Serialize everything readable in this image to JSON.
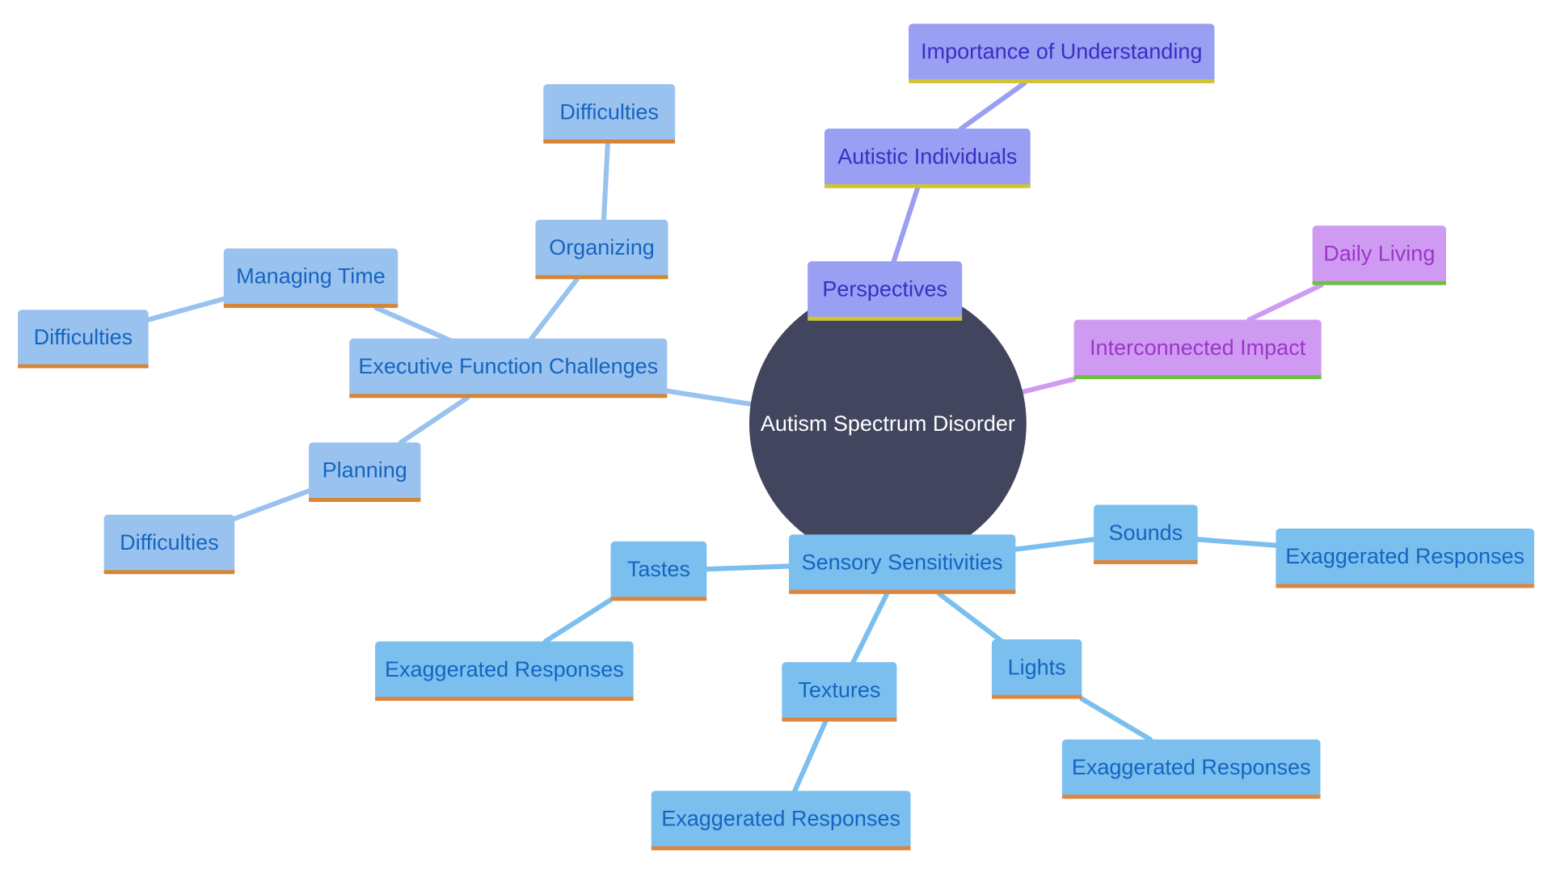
{
  "root": {
    "label": "Autism Spectrum Disorder",
    "color": "#41465e",
    "text_color": "#ffffff"
  },
  "branches": {
    "executive": {
      "fill": "#9ac2ef",
      "underline": "#d68535",
      "text": "#1565c0",
      "link": "#9ac2ef"
    },
    "sensory": {
      "fill": "#7bbfef",
      "underline": "#e0843a",
      "text": "#1565c0",
      "link": "#7bbfef"
    },
    "perspectives": {
      "fill": "#999ff2",
      "underline": "#d1c42f",
      "text": "#3a2ec4",
      "link": "#999ff2"
    },
    "impact": {
      "fill": "#cf9bf2",
      "underline": "#6cc13f",
      "text": "#9b36c6",
      "link": "#cf9bf2"
    }
  },
  "nodes": [
    {
      "id": "exec",
      "label": "Executive Function Challenges",
      "branch": "executive"
    },
    {
      "id": "managing-time",
      "label": "Managing Time",
      "branch": "executive"
    },
    {
      "id": "managing-time-difficulties",
      "label": "Difficulties",
      "branch": "executive"
    },
    {
      "id": "organizing",
      "label": "Organizing",
      "branch": "executive"
    },
    {
      "id": "organizing-difficulties",
      "label": "Difficulties",
      "branch": "executive"
    },
    {
      "id": "planning",
      "label": "Planning",
      "branch": "executive"
    },
    {
      "id": "planning-difficulties",
      "label": "Difficulties",
      "branch": "executive"
    },
    {
      "id": "sensory",
      "label": "Sensory Sensitivities",
      "branch": "sensory"
    },
    {
      "id": "sounds",
      "label": "Sounds",
      "branch": "sensory"
    },
    {
      "id": "sounds-responses",
      "label": "Exaggerated Responses",
      "branch": "sensory"
    },
    {
      "id": "lights",
      "label": "Lights",
      "branch": "sensory"
    },
    {
      "id": "lights-responses",
      "label": "Exaggerated Responses",
      "branch": "sensory"
    },
    {
      "id": "textures",
      "label": "Textures",
      "branch": "sensory"
    },
    {
      "id": "textures-responses",
      "label": "Exaggerated Responses",
      "branch": "sensory"
    },
    {
      "id": "tastes",
      "label": "Tastes",
      "branch": "sensory"
    },
    {
      "id": "tastes-responses",
      "label": "Exaggerated Responses",
      "branch": "sensory"
    },
    {
      "id": "perspectives",
      "label": "Perspectives",
      "branch": "perspectives"
    },
    {
      "id": "autistic-individuals",
      "label": "Autistic Individuals",
      "branch": "perspectives"
    },
    {
      "id": "importance-understanding",
      "label": "Importance of Understanding",
      "branch": "perspectives"
    },
    {
      "id": "interconnected",
      "label": "Interconnected Impact",
      "branch": "impact"
    },
    {
      "id": "daily-living",
      "label": "Daily Living",
      "branch": "impact"
    }
  ],
  "edges": [
    {
      "from": "root",
      "to": "exec"
    },
    {
      "from": "exec",
      "to": "managing-time"
    },
    {
      "from": "managing-time",
      "to": "managing-time-difficulties"
    },
    {
      "from": "exec",
      "to": "organizing"
    },
    {
      "from": "organizing",
      "to": "organizing-difficulties"
    },
    {
      "from": "exec",
      "to": "planning"
    },
    {
      "from": "planning",
      "to": "planning-difficulties"
    },
    {
      "from": "root",
      "to": "sensory"
    },
    {
      "from": "sensory",
      "to": "sounds"
    },
    {
      "from": "sounds",
      "to": "sounds-responses"
    },
    {
      "from": "sensory",
      "to": "lights"
    },
    {
      "from": "lights",
      "to": "lights-responses"
    },
    {
      "from": "sensory",
      "to": "textures"
    },
    {
      "from": "textures",
      "to": "textures-responses"
    },
    {
      "from": "sensory",
      "to": "tastes"
    },
    {
      "from": "tastes",
      "to": "tastes-responses"
    },
    {
      "from": "root",
      "to": "perspectives"
    },
    {
      "from": "perspectives",
      "to": "autistic-individuals"
    },
    {
      "from": "autistic-individuals",
      "to": "importance-understanding"
    },
    {
      "from": "root",
      "to": "interconnected"
    },
    {
      "from": "interconnected",
      "to": "daily-living"
    }
  ]
}
